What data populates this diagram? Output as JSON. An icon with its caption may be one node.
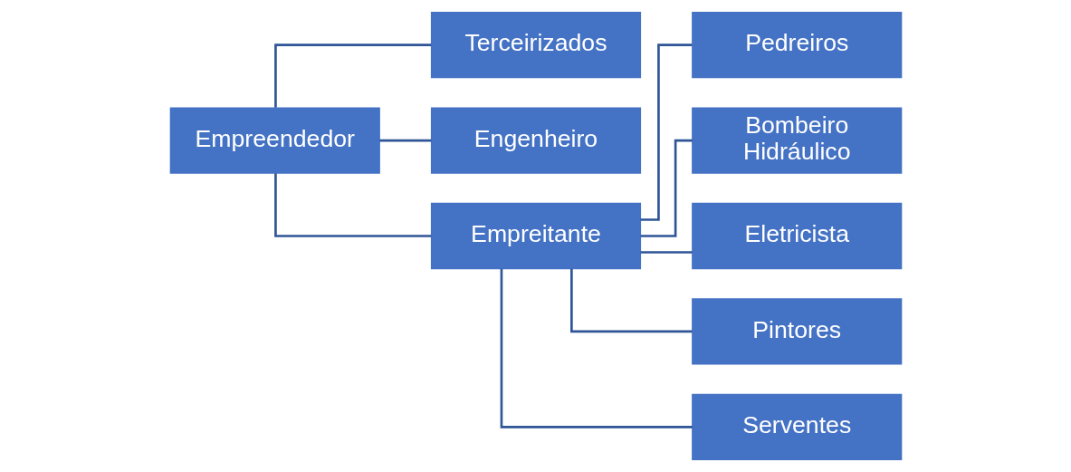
{
  "diagram": {
    "nodes": [
      {
        "text": [
          "Empreendedor"
        ]
      },
      {
        "text": [
          "Terceirizados"
        ]
      },
      {
        "text": [
          "Engenheiro"
        ]
      },
      {
        "text": [
          "Empreitante"
        ]
      },
      {
        "text": [
          "Pedreiros"
        ]
      },
      {
        "text": [
          "Bombeiro Hidráulico"
        ]
      },
      {
        "text": [
          "Eletricista"
        ]
      },
      {
        "text": [
          "Pintores"
        ]
      },
      {
        "text": [
          "Serventes"
        ]
      }
    ],
    "edges": [
      {
        "from": 0,
        "to": 1,
        "arrow": "none"
      },
      {
        "from": 0,
        "to": 2,
        "arrow": "none"
      },
      {
        "from": 0,
        "to": 3,
        "arrow": "none"
      },
      {
        "from": 3,
        "to": 4,
        "arrow": "none"
      },
      {
        "from": 3,
        "to": 5,
        "arrow": "none"
      },
      {
        "from": 3,
        "to": 6,
        "arrow": "none"
      },
      {
        "from": 3,
        "to": 7,
        "arrow": "none"
      },
      {
        "from": 3,
        "to": 8,
        "arrow": "none"
      }
    ]
  }
}
